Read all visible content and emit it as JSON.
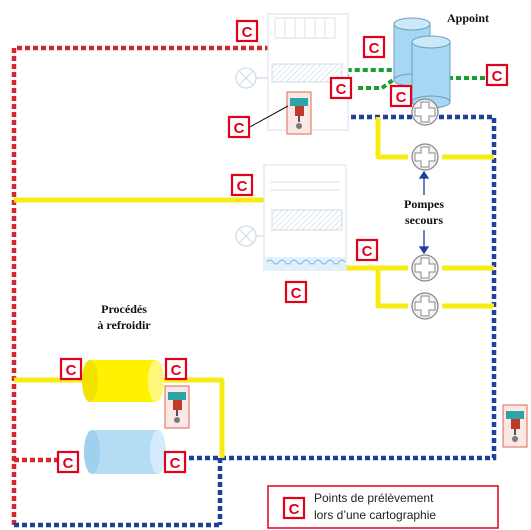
{
  "badge_letter": "C",
  "labels": {
    "appoint": "Appoint",
    "pompes_line1": "Pompes",
    "pompes_line2": "secours",
    "procedes_line1": "Procédés",
    "procedes_line2": "à refroidir"
  },
  "legend": {
    "badge_letter": "C",
    "line1": "Points de prélèvement",
    "line2": "lors d’une cartographie"
  },
  "colors": {
    "hot_water": "#d8262b",
    "cold_water": "#1f3f9f",
    "makeup_water": "#1a9c2f",
    "process_loop": "#f6ec13",
    "sample_badge": "#e3001b",
    "tank_blue": "#a7d8f3",
    "process_yellow": "#fff200",
    "process_blue": "#b4dcf4"
  }
}
